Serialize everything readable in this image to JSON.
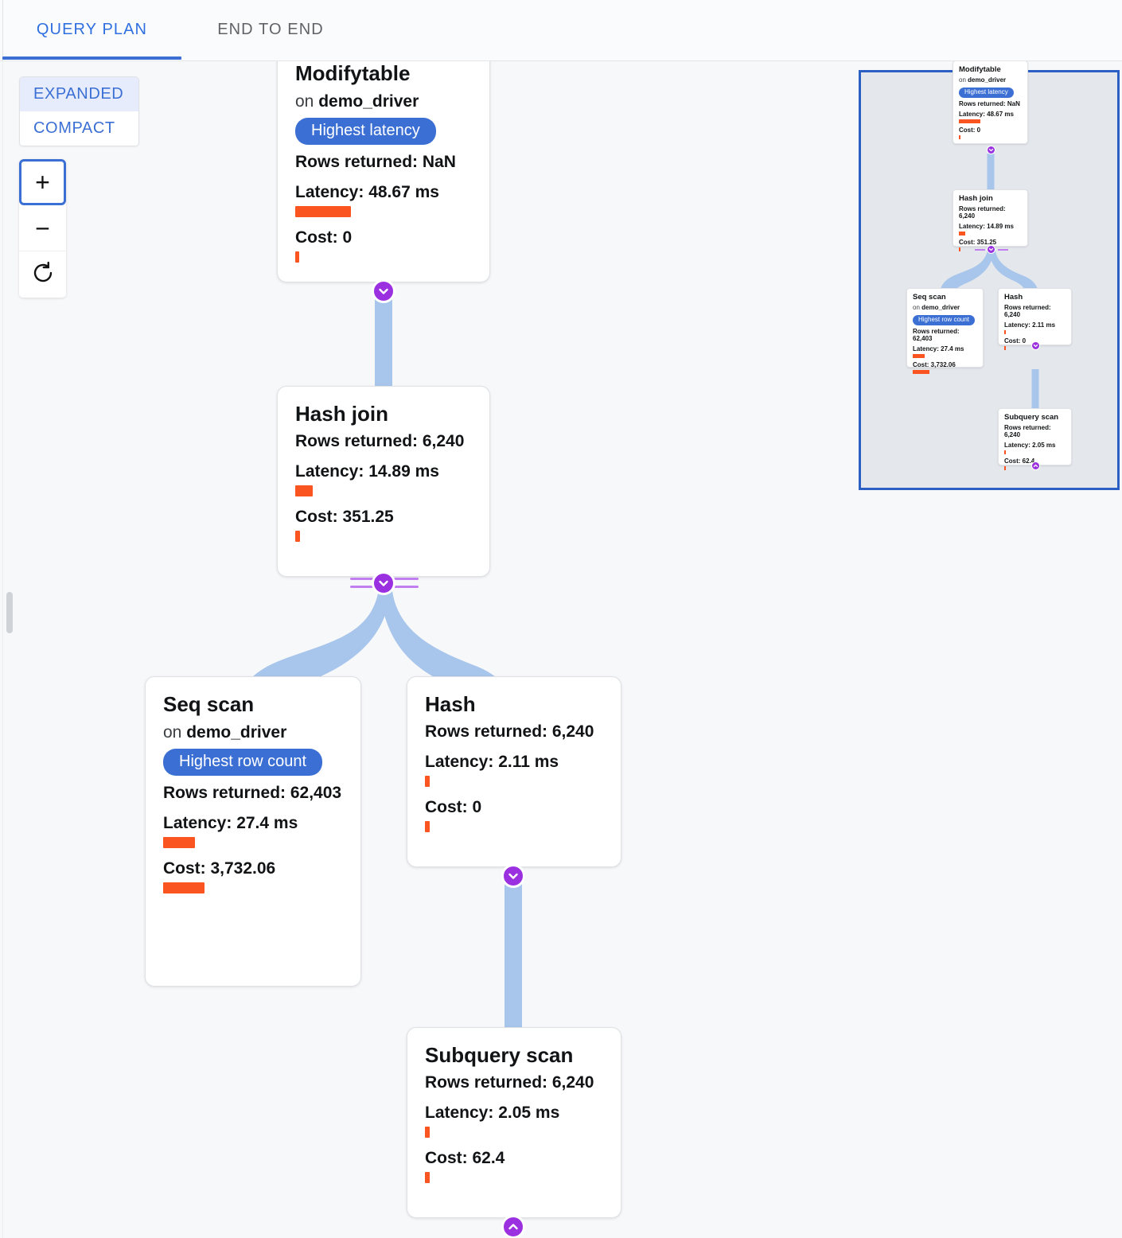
{
  "tabs": [
    {
      "id": "query-plan",
      "label": "QUERY PLAN",
      "active": true
    },
    {
      "id": "end-to-end",
      "label": "END TO END",
      "active": false
    }
  ],
  "view_mode": {
    "options": [
      "EXPANDED",
      "COMPACT"
    ],
    "selected": "EXPANDED"
  },
  "zoom_controls": {
    "zoom_in": "+",
    "zoom_out": "−",
    "reset": "reset-icon"
  },
  "labels": {
    "on_prefix": "on",
    "rows_prefix": "Rows returned:",
    "latency_prefix": "Latency:",
    "cost_prefix": "Cost:"
  },
  "colors": {
    "accent_blue": "#3b6fd4",
    "badge_blue": "#3b6fd4",
    "bar_orange": "#fa5420",
    "edge_blue": "#a8c5ec",
    "knob_purple": "#9b30e0",
    "rail_purple": "#c07ef0",
    "minimap_bg": "#e4e8ec",
    "minimap_border": "#2b5fc4",
    "canvas_bg": "#f7f8fa"
  },
  "nodes": [
    {
      "id": "modifytable",
      "title": "Modifytable",
      "relation": "demo_driver",
      "badge": "Highest latency",
      "rows": "Rows returned: NaN",
      "latency": "Latency: 48.67 ms",
      "latency_bar_pct": 100,
      "cost": "Cost: 0",
      "cost_bar_pct": 2
    },
    {
      "id": "hash-join",
      "title": "Hash join",
      "relation": null,
      "badge": null,
      "rows": "Rows returned: 6,240",
      "latency": "Latency: 14.89 ms",
      "latency_bar_pct": 31,
      "cost": "Cost: 351.25",
      "cost_bar_pct": 3
    },
    {
      "id": "seq-scan",
      "title": "Seq scan",
      "relation": "demo_driver",
      "badge": "Highest row count",
      "rows": "Rows returned: 62,403",
      "latency": "Latency: 27.4 ms",
      "latency_bar_pct": 57,
      "cost": "Cost: 3,732.06",
      "cost_bar_pct": 100
    },
    {
      "id": "hash",
      "title": "Hash",
      "relation": null,
      "badge": null,
      "rows": "Rows returned: 6,240",
      "latency": "Latency: 2.11 ms",
      "latency_bar_pct": 4,
      "cost": "Cost: 0",
      "cost_bar_pct": 2
    },
    {
      "id": "subquery-scan",
      "title": "Subquery scan",
      "relation": null,
      "badge": null,
      "rows": "Rows returned: 6,240",
      "latency": "Latency: 2.05 ms",
      "latency_bar_pct": 4,
      "cost": "Cost: 62.4",
      "cost_bar_pct": 2
    }
  ],
  "edges": [
    {
      "from": "modifytable",
      "to": "hash-join"
    },
    {
      "from": "hash-join",
      "to": "seq-scan"
    },
    {
      "from": "hash-join",
      "to": "hash"
    },
    {
      "from": "hash",
      "to": "subquery-scan"
    }
  ],
  "knobs": [
    {
      "id": "modifytable",
      "direction": "down"
    },
    {
      "id": "hash-join",
      "direction": "down",
      "rails": true
    },
    {
      "id": "hash",
      "direction": "down"
    },
    {
      "id": "subquery-scan",
      "direction": "up"
    }
  ]
}
